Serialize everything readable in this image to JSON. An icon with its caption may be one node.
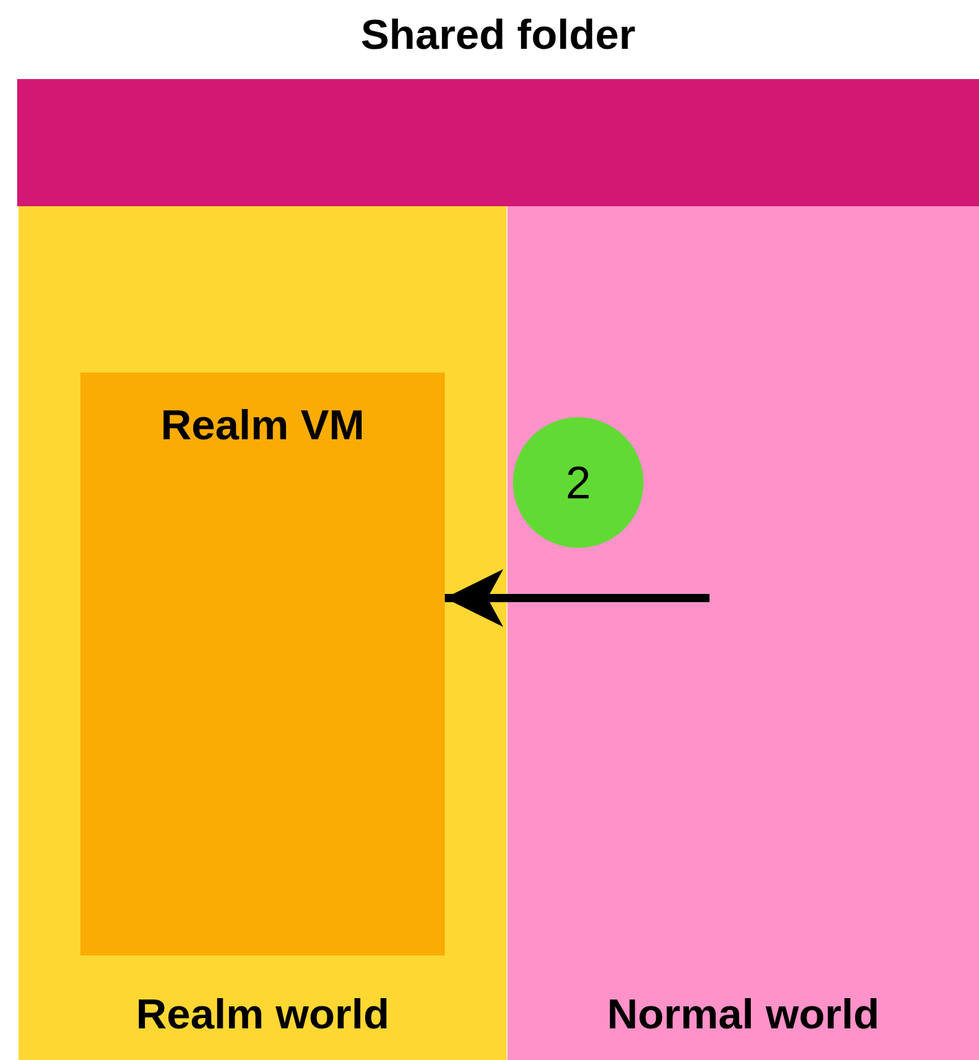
{
  "diagram": {
    "nodes": [
      {
        "text": [
          "Shared folder"
        ]
      },
      {
        "text": [
          "Realm world"
        ]
      },
      {
        "text": [
          "Realm VM"
        ],
        "in": 1
      },
      {
        "text": [
          "Normal world"
        ]
      },
      {
        "text": [
          "2"
        ],
        "in": 3
      }
    ],
    "edges": [
      {
        "from": null,
        "to": 2,
        "arrow": "to"
      }
    ]
  }
}
